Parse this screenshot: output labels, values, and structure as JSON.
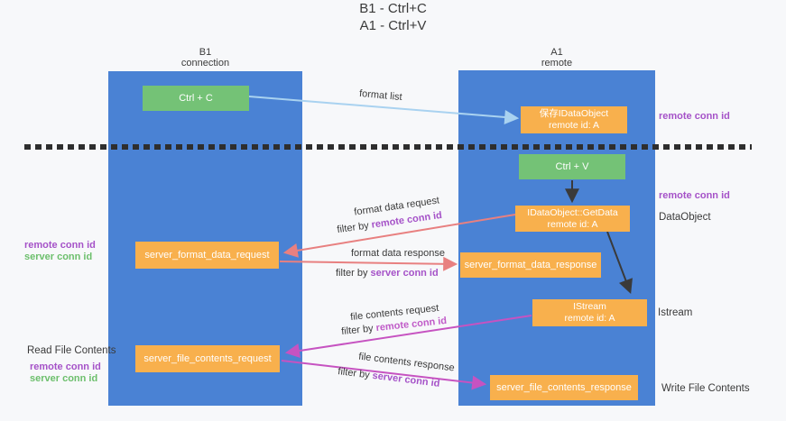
{
  "title": {
    "line1": "B1 - Ctrl+C",
    "line2": "A1 - Ctrl+V"
  },
  "lanes": {
    "left": {
      "name": "B1",
      "subtitle": "connection"
    },
    "right": {
      "name": "A1",
      "subtitle": "remote"
    }
  },
  "boxes": {
    "ctrl_c": {
      "label": "Ctrl + C"
    },
    "save_dataobject": {
      "line1": "保存IDataObject",
      "line2": "remote id: A"
    },
    "ctrl_v": {
      "label": "Ctrl + V"
    },
    "getdata": {
      "line1": "IDataObject::GetData",
      "line2": "remote id: A"
    },
    "format_request": {
      "label": "server_format_data_request"
    },
    "format_response": {
      "label": "server_format_data_response"
    },
    "istream": {
      "line1": "IStream",
      "line2": "remote id: A"
    },
    "file_request": {
      "label": "server_file_contents_request"
    },
    "file_response": {
      "label": "server_file_contents_response"
    }
  },
  "flow_labels": {
    "format_list": "format list",
    "format_data_request": "format data request",
    "format_data_response": "format data response",
    "file_contents_request": "file contents request",
    "file_contents_response": "file contents response",
    "filters": {
      "format_request": {
        "prefix": "filter by ",
        "value": "remote conn id"
      },
      "format_response": {
        "prefix": "filter by ",
        "value": "server conn id"
      },
      "file_request": {
        "prefix": "filter by ",
        "value": "remote conn id"
      },
      "file_response": {
        "prefix": "filter by ",
        "value": "server conn id"
      }
    }
  },
  "side_labels": {
    "right_remote_conn_id_top": "remote conn id",
    "right_remote_conn_id_mid": "remote conn id",
    "right_dataobject": "DataObject",
    "right_istream": "Istream",
    "right_write_file_contents": "Write File Contents",
    "left_remote_conn_id_top": "remote conn id",
    "left_server_conn_id_top": "server conn id",
    "left_read_file_contents": "Read File Contents",
    "left_remote_conn_id_bottom": "remote conn id",
    "left_server_conn_id_bottom": "server conn id"
  },
  "colors": {
    "background": "#f7f8fa",
    "lane_blue": "#4a82d4",
    "box_green": "#74c276",
    "box_orange": "#f8b04d",
    "arrow_lightblue": "#a9d2f0",
    "arrow_salmon": "#e88080",
    "arrow_magenta": "#c653c1",
    "arrow_black": "#3a3a3a",
    "separator_dash": "#2e2e2e",
    "text_purple": "#a552c8",
    "text_magenta": "#c05bc8",
    "text_green": "#6cbf6c",
    "text_dark": "#3a3a3a"
  }
}
